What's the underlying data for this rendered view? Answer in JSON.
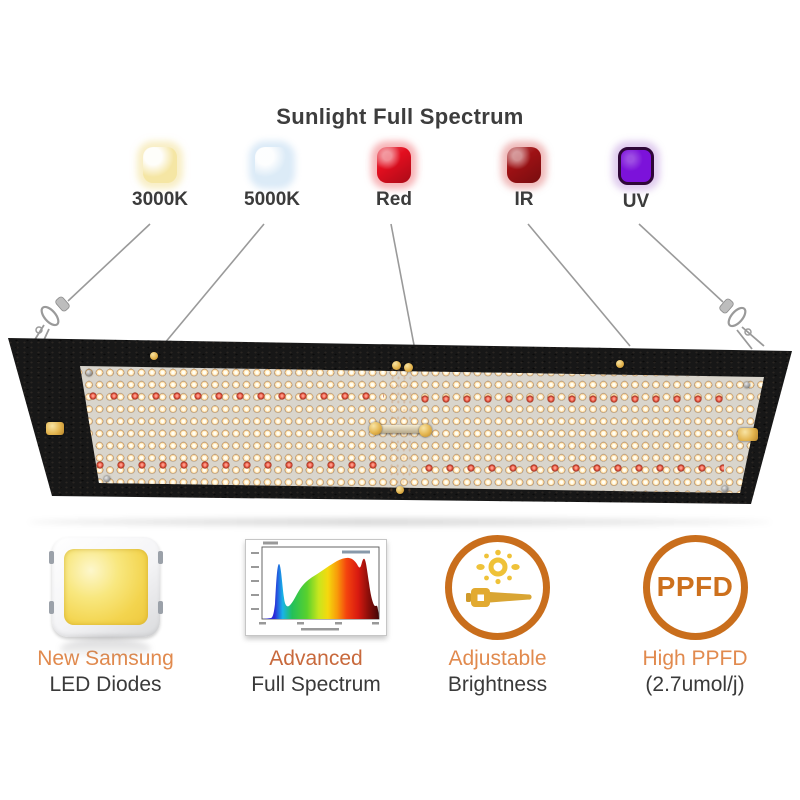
{
  "title": "Sunlight Full Spectrum",
  "legend": {
    "items": [
      {
        "label": "3000K",
        "color": "#f5e6a4",
        "glow": "rgba(243,224,150,0.55)"
      },
      {
        "label": "5000K",
        "color": "#dcebf7",
        "glow": "rgba(200,222,242,0.65)"
      },
      {
        "label": "Red",
        "color": "#e30e1f",
        "glow": "rgba(240,118,124,0.55)"
      },
      {
        "label": "IR",
        "color": "#9e1114",
        "glow": "rgba(226,120,120,0.50)"
      },
      {
        "label": "UV",
        "color": "#7c12da",
        "glow": "rgba(165,110,205,0.35)"
      }
    ]
  },
  "panel": {
    "frame_color": "#171717",
    "board_color": "#d9d5cc",
    "led_warm_color": "#ffedc4",
    "led_red_color": "#e2543f",
    "cable_color": "#9a9a9a"
  },
  "features": [
    {
      "title": "New Samsung",
      "subtitle": "LED Diodes",
      "accent": "#e18a4e"
    },
    {
      "title": "Advanced",
      "subtitle": "Full Spectrum",
      "accent": "#c8693c"
    },
    {
      "title": "Adjustable",
      "subtitle": "Brightness",
      "accent": "#e18a4e"
    },
    {
      "title": "High PPFD",
      "subtitle": "(2.7umol/j)",
      "accent": "#e18a4e",
      "badge_text": "PPFD"
    }
  ],
  "colors": {
    "title_text": "#3d3d3d",
    "dark_text": "#3a3a3a",
    "ring_orange": "#c96e1c",
    "badge_orange": "#cd701c"
  }
}
